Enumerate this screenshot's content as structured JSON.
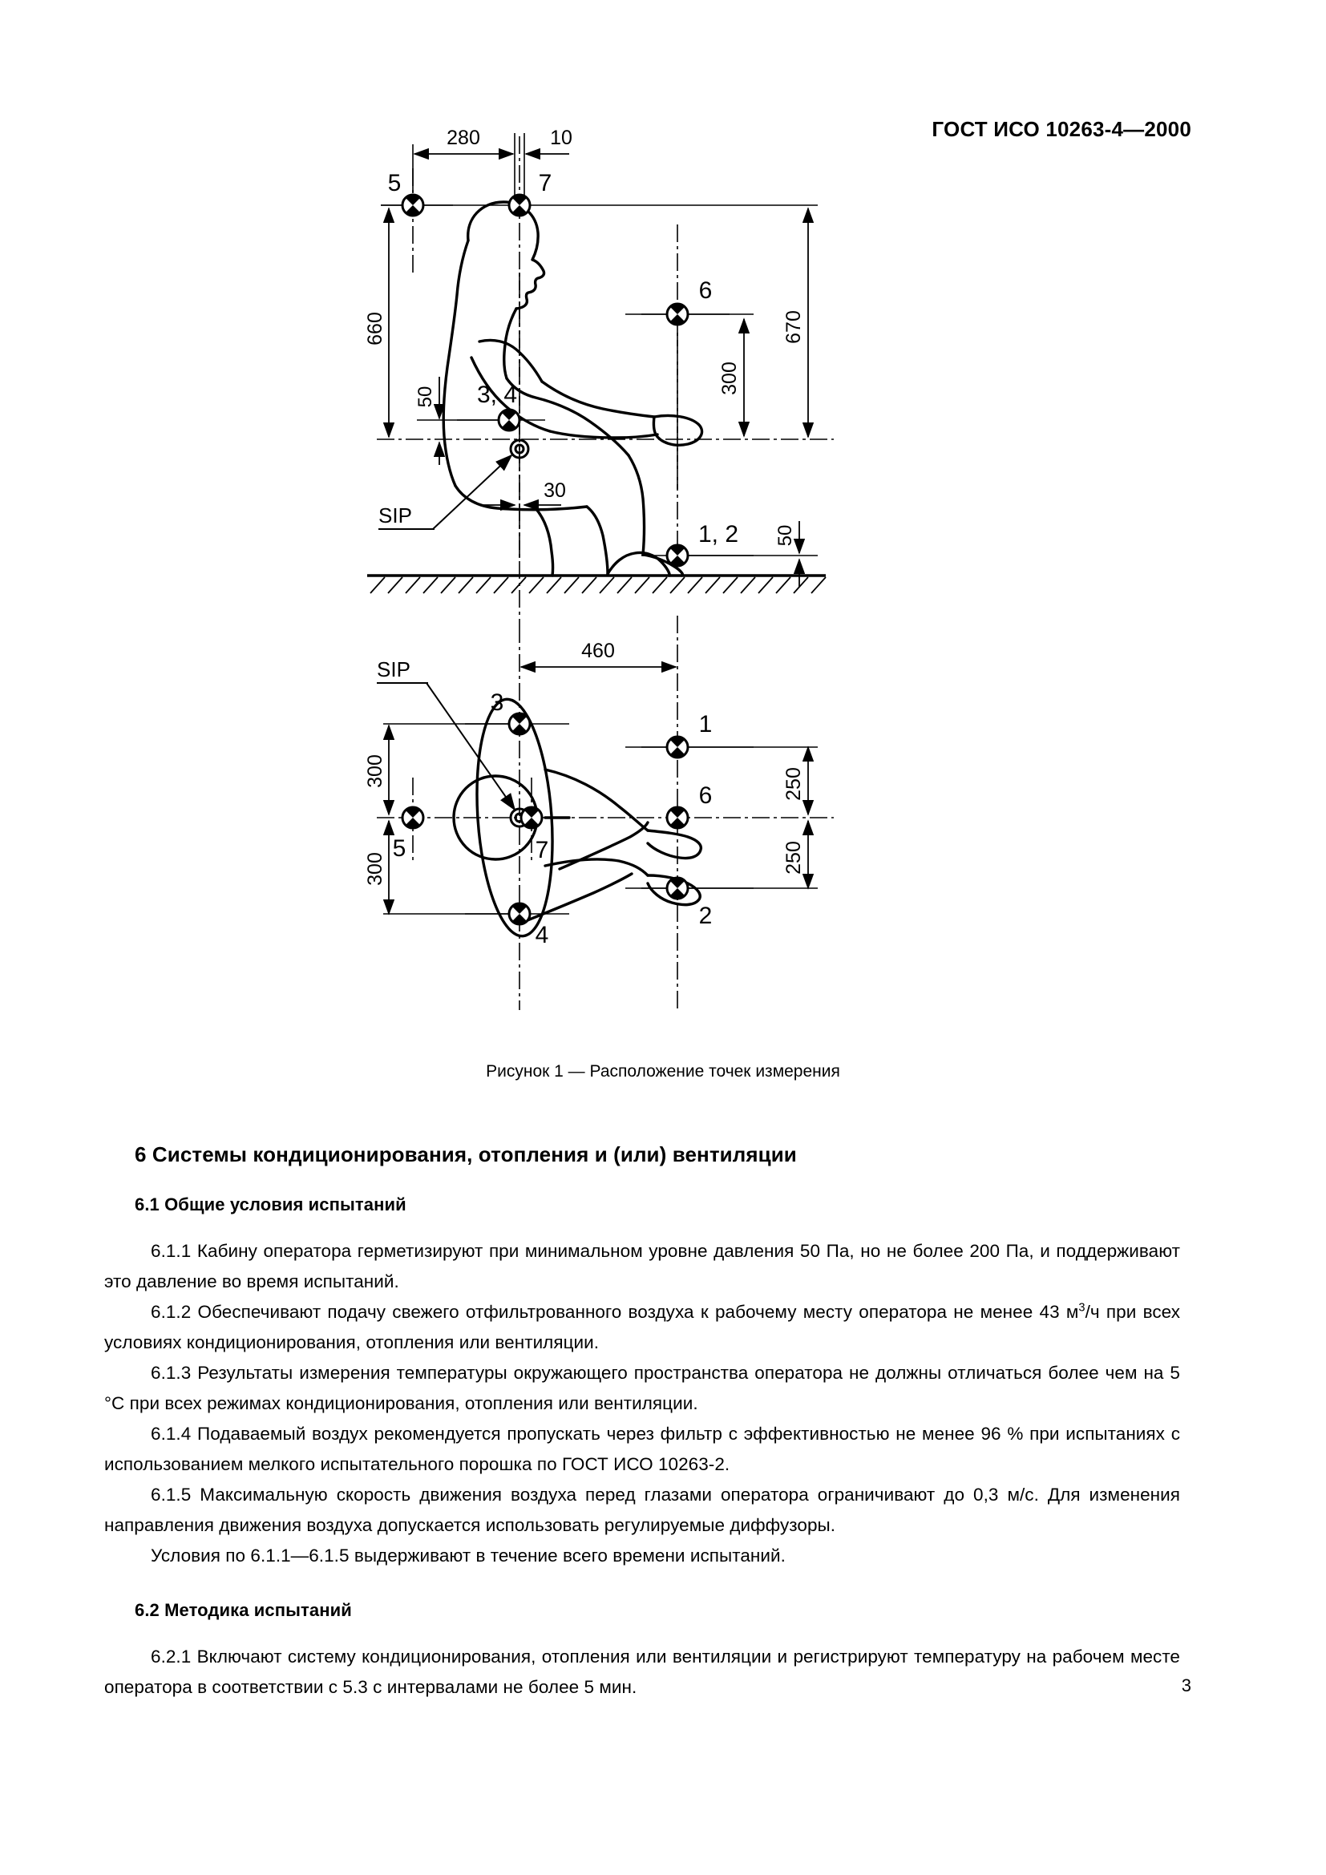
{
  "header": {
    "standard_title": "ГОСТ ИСО 10263-4—2000"
  },
  "figure": {
    "caption": "Рисунок 1 — Расположение точек измерения",
    "sip_label": "SIP",
    "side_view": {
      "dimensions": {
        "horiz_280": "280",
        "horiz_10": "10",
        "vert_660": "660",
        "vert_670": "670",
        "vert_50_seat": "50",
        "vert_300": "300",
        "horiz_30": "30",
        "vert_50_floor": "50"
      },
      "point_labels": {
        "p5": "5",
        "p7": "7",
        "p6": "6",
        "p34": "3, 4",
        "p12": "1, 2"
      },
      "sip_label": "SIP"
    },
    "plan_view": {
      "dimensions": {
        "horiz_460": "460",
        "vert_300_upper": "300",
        "vert_300_lower": "300",
        "vert_250_upper": "250",
        "vert_250_lower": "250"
      },
      "point_labels": {
        "p3": "3",
        "p1": "1",
        "p5": "5",
        "p7": "7",
        "p6": "6",
        "p4": "4",
        "p2": "2"
      },
      "sip_label": "SIP"
    }
  },
  "sections": {
    "section6_title": "6 Системы кондиционирования, отопления и (или) вентиляции",
    "section61_title": "6.1 Общие условия испытаний",
    "para_611": "6.1.1 Кабину оператора герметизируют при минимальном уровне давления 50 Па, но не более 200 Па, и поддерживают это давление во время испытаний.",
    "para_612_a": "6.1.2 Обеспечивают подачу свежего отфильтрованного воздуха к рабочему месту оператора не менее 43 м",
    "para_612_sup": "3",
    "para_612_b": "/ч при всех условиях кондиционирования, отопления или вентиляции.",
    "para_613": "6.1.3 Результаты измерения температуры окружающего пространства оператора не должны отличаться более чем на 5 °С при всех режимах кондиционирования, отопления или вентиляции.",
    "para_614": "6.1.4 Подаваемый воздух рекомендуется пропускать через фильтр с эффективностью не менее 96 % при испытаниях с использованием мелкого испытательного порошка по ГОСТ ИСО 10263-2.",
    "para_615": "6.1.5 Максимальную скорость движения воздуха перед глазами оператора ограничивают до 0,3 м/с. Для изменения направления движения воздуха допускается использовать регулируемые диффузоры.",
    "para_conditions": "Условия по 6.1.1—6.1.5 выдерживают в течение всего времени испытаний.",
    "section62_title": "6.2 Методика испытаний",
    "para_621": "6.2.1 Включают систему кондиционирования, отопления или вентиляции и регистрируют температуру на рабочем месте оператора в соответствии с 5.3 с интервалами не более 5 мин."
  },
  "footer": {
    "page_number": "3"
  },
  "colors": {
    "ink": "#000000",
    "paper": "#ffffff"
  }
}
